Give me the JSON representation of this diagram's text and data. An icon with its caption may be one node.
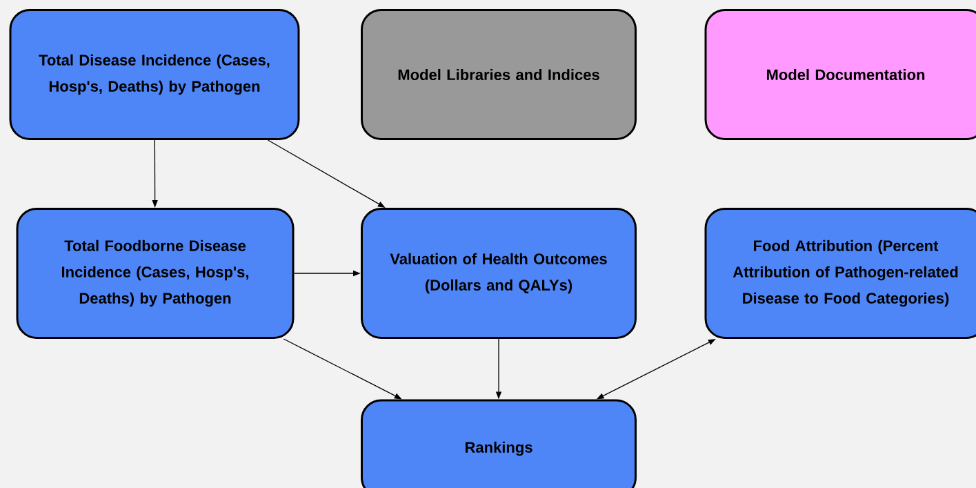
{
  "diagram": {
    "nodes": [
      {
        "text": [
          "Total Disease Incidence (Cases, Hosp's, Deaths) by Pathogen"
        ]
      },
      {
        "text": [
          "Model Libraries and Indices"
        ]
      },
      {
        "text": [
          "Model Documentation"
        ]
      },
      {
        "text": [
          "Total Foodborne Disease Incidence (Cases, Hosp's, Deaths) by Pathogen"
        ]
      },
      {
        "text": [
          "Valuation of Health Outcomes (Dollars and QALYs)"
        ]
      },
      {
        "text": [
          "Food Attribution (Percent Attribution of Pathogen-related Disease to Food Categories)"
        ]
      },
      {
        "text": [
          "Rankings"
        ]
      }
    ],
    "edges": [
      {
        "from": 0,
        "to": 3,
        "arrow": "to"
      },
      {
        "from": 0,
        "to": 4,
        "arrow": "to"
      },
      {
        "from": 3,
        "to": 4,
        "arrow": "to"
      },
      {
        "from": 3,
        "to": 6,
        "arrow": "to"
      },
      {
        "from": 4,
        "to": 6,
        "arrow": "to"
      },
      {
        "from": 5,
        "to": 6,
        "arrow": "both"
      }
    ]
  }
}
